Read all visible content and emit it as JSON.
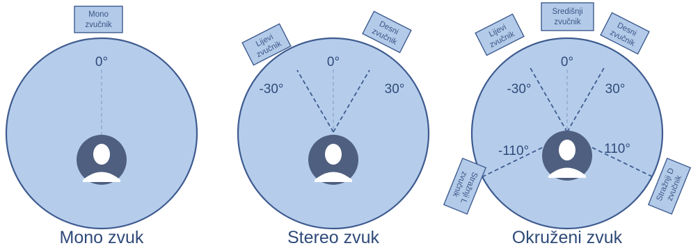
{
  "panels": [
    {
      "title": "Mono zvuk",
      "angles": {
        "center": "0°"
      },
      "speakers": {
        "mono": [
          "Mono",
          "zvučnik"
        ]
      }
    },
    {
      "title": "Stereo zvuk",
      "angles": {
        "center": "0°",
        "left": "-30°",
        "right": "30°"
      },
      "speakers": {
        "left": [
          "Lijevi",
          "zvučnik"
        ],
        "right": [
          "Desni",
          "zvučnik"
        ]
      }
    },
    {
      "title": "Okruženi zvuk",
      "angles": {
        "center": "0°",
        "left": "-30°",
        "right": "30°",
        "rear_left": "-110°",
        "rear_right": "110°"
      },
      "speakers": {
        "center": [
          "Središnji",
          "zvučnik"
        ],
        "left": [
          "Lijevi",
          "zvučnik"
        ],
        "right": [
          "Desni",
          "zvučnik"
        ],
        "rear_left": [
          "Stražnji L",
          "zvučnik"
        ],
        "rear_right": [
          "Stražnji D",
          "zvučnik"
        ]
      }
    }
  ],
  "colors": {
    "circle_fill": "#b5cdeb",
    "outline": "#3e5b8f",
    "avatar": "#4f5f80",
    "text": "#2f4a78"
  },
  "icons": {
    "listener": "person-avatar-icon"
  }
}
